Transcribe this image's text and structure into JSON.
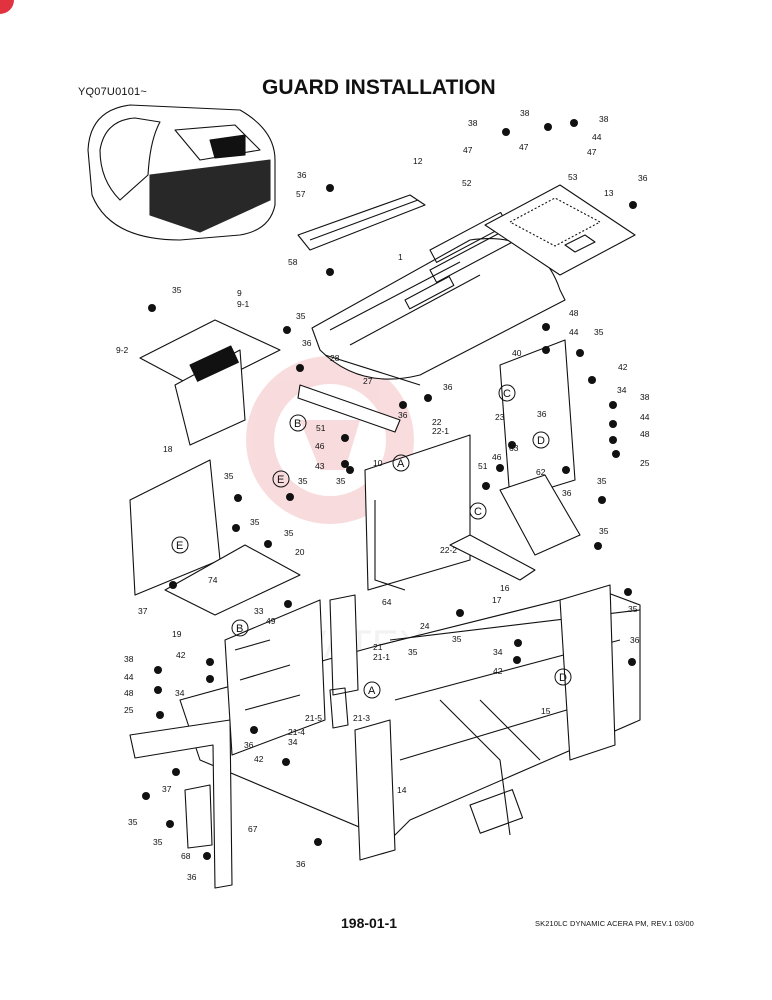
{
  "header": {
    "code": "YQ07U0101~",
    "title": "GUARD INSTALLATION"
  },
  "footer": {
    "page_number": "198-01-1",
    "revision": "SK210LC DYNAMIC ACERA PM, REV.1 03/00"
  },
  "watermark": "VATEX",
  "callout_letters": [
    "A",
    "B",
    "C",
    "D",
    "E"
  ],
  "part_labels": [
    {
      "id": "l38a",
      "text": "38"
    },
    {
      "id": "l38b",
      "text": "38"
    },
    {
      "id": "l38c",
      "text": "38"
    },
    {
      "id": "l44a",
      "text": "44"
    },
    {
      "id": "l47a",
      "text": "47"
    },
    {
      "id": "l47b",
      "text": "47"
    },
    {
      "id": "l47c",
      "text": "47"
    },
    {
      "id": "l52",
      "text": "52"
    },
    {
      "id": "l53",
      "text": "53"
    },
    {
      "id": "l13",
      "text": "13"
    },
    {
      "id": "l36a",
      "text": "36"
    },
    {
      "id": "l12",
      "text": "12"
    },
    {
      "id": "l36b",
      "text": "36"
    },
    {
      "id": "l57",
      "text": "57"
    },
    {
      "id": "l58",
      "text": "58"
    },
    {
      "id": "l1",
      "text": "1"
    },
    {
      "id": "l35a",
      "text": "35"
    },
    {
      "id": "l9",
      "text": "9"
    },
    {
      "id": "l91",
      "text": "9-1"
    },
    {
      "id": "l92",
      "text": "9-2"
    },
    {
      "id": "l35b",
      "text": "35"
    },
    {
      "id": "l36c",
      "text": "36"
    },
    {
      "id": "l28",
      "text": "28"
    },
    {
      "id": "l27",
      "text": "27"
    },
    {
      "id": "l36d",
      "text": "36"
    },
    {
      "id": "l36e",
      "text": "36"
    },
    {
      "id": "l48a",
      "text": "48"
    },
    {
      "id": "l44b",
      "text": "44"
    },
    {
      "id": "l40",
      "text": "40"
    },
    {
      "id": "l35c",
      "text": "35"
    },
    {
      "id": "l42a",
      "text": "42"
    },
    {
      "id": "l34a",
      "text": "34"
    },
    {
      "id": "l38d",
      "text": "38"
    },
    {
      "id": "l44c",
      "text": "44"
    },
    {
      "id": "l48b",
      "text": "48"
    },
    {
      "id": "l25a",
      "text": "25"
    },
    {
      "id": "l23",
      "text": "23"
    },
    {
      "id": "l36f",
      "text": "36"
    },
    {
      "id": "l51a",
      "text": "51"
    },
    {
      "id": "l46a",
      "text": "46"
    },
    {
      "id": "l43",
      "text": "43"
    },
    {
      "id": "l10",
      "text": "10"
    },
    {
      "id": "l22",
      "text": "22"
    },
    {
      "id": "l221",
      "text": "22-1"
    },
    {
      "id": "l63",
      "text": "63"
    },
    {
      "id": "l46b",
      "text": "46"
    },
    {
      "id": "l51b",
      "text": "51"
    },
    {
      "id": "l62",
      "text": "62"
    },
    {
      "id": "l36g",
      "text": "36"
    },
    {
      "id": "l18",
      "text": "18"
    },
    {
      "id": "l35d",
      "text": "35"
    },
    {
      "id": "l35e",
      "text": "35"
    },
    {
      "id": "l35f",
      "text": "35"
    },
    {
      "id": "l35g",
      "text": "35"
    },
    {
      "id": "l35h",
      "text": "35"
    },
    {
      "id": "l20",
      "text": "20"
    },
    {
      "id": "l35i",
      "text": "35"
    },
    {
      "id": "l64",
      "text": "64"
    },
    {
      "id": "l222",
      "text": "22-2"
    },
    {
      "id": "l16",
      "text": "16"
    },
    {
      "id": "l35j",
      "text": "35"
    },
    {
      "id": "l17",
      "text": "17"
    },
    {
      "id": "l74",
      "text": "74"
    },
    {
      "id": "l37a",
      "text": "37"
    },
    {
      "id": "l19",
      "text": "19"
    },
    {
      "id": "l33",
      "text": "33"
    },
    {
      "id": "l49",
      "text": "49"
    },
    {
      "id": "l24",
      "text": "24"
    },
    {
      "id": "l35k",
      "text": "35"
    },
    {
      "id": "l35l",
      "text": "35"
    },
    {
      "id": "l21",
      "text": "21"
    },
    {
      "id": "l211",
      "text": "21-1"
    },
    {
      "id": "l35m",
      "text": "35"
    },
    {
      "id": "l38e",
      "text": "38"
    },
    {
      "id": "l42b",
      "text": "42"
    },
    {
      "id": "l44d",
      "text": "44"
    },
    {
      "id": "l48c",
      "text": "48"
    },
    {
      "id": "l34b",
      "text": "34"
    },
    {
      "id": "l25b",
      "text": "25"
    },
    {
      "id": "l215",
      "text": "21-5"
    },
    {
      "id": "l213",
      "text": "21-3"
    },
    {
      "id": "l214",
      "text": "21-4"
    },
    {
      "id": "l34c",
      "text": "34"
    },
    {
      "id": "l36h",
      "text": "36"
    },
    {
      "id": "l42c",
      "text": "42"
    },
    {
      "id": "l34d",
      "text": "34"
    },
    {
      "id": "l42d",
      "text": "42"
    },
    {
      "id": "l36i",
      "text": "36"
    },
    {
      "id": "l15",
      "text": "15"
    },
    {
      "id": "l14",
      "text": "14"
    },
    {
      "id": "l37b",
      "text": "37"
    },
    {
      "id": "l35n",
      "text": "35"
    },
    {
      "id": "l35o",
      "text": "35"
    },
    {
      "id": "l67",
      "text": "67"
    },
    {
      "id": "l68",
      "text": "68"
    },
    {
      "id": "l36j",
      "text": "36"
    },
    {
      "id": "l36k",
      "text": "36"
    }
  ]
}
